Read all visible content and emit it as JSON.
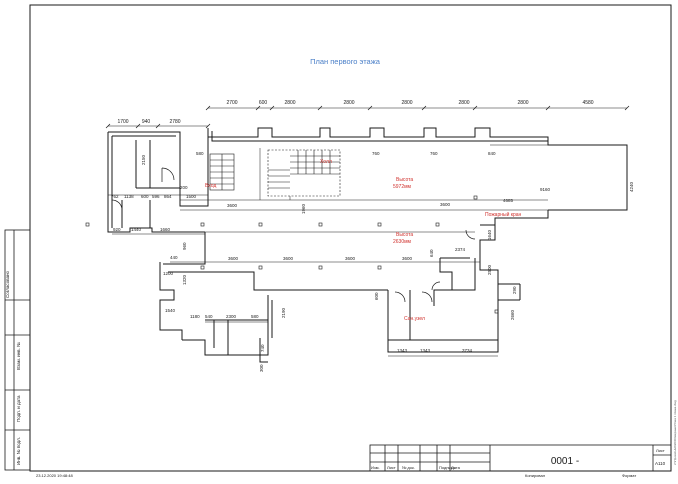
{
  "drawing": {
    "title": "План первого этажа",
    "colors": {
      "title": "#4a7fc8",
      "red_label": "#d0312d",
      "line": "#1a1a1a"
    },
    "red_labels": {
      "vhod": "Вход",
      "hall": "Холл",
      "height1": "Высота",
      "height1_val": "5972мм",
      "height2": "Высота",
      "height2_val": "2630мм",
      "fire_crane": "Пожарный кран",
      "sanuzel": "Сан.узел"
    },
    "top_dims": [
      "2700",
      "600",
      "2800",
      "2800",
      "2800",
      "2800",
      "2800",
      "4580"
    ],
    "left_top_dims": [
      "1700",
      "940",
      "2780"
    ],
    "small_dims": {
      "d2150": "2150",
      "d580": "580",
      "d762": "762",
      "d1138": "1138",
      "d600": "600",
      "d596": "596",
      "d864": "864",
      "d200": "200",
      "d1500": "1500",
      "d3600a": "3600",
      "d1960": "1960",
      "d920": "920",
      "d1440": "1440",
      "d1660": "1660",
      "d760a": "760",
      "d760b": "760",
      "d840": "840",
      "d9160": "9160",
      "d4240": "4240",
      "d4685": "4685",
      "d1640": "1640",
      "d2374": "2374",
      "d640": "640",
      "d2500": "2500",
      "d290": "290",
      "d2660": "2660",
      "d440": "440",
      "d960": "960",
      "d1320": "1320",
      "d1200": "1200",
      "d1540": "1540",
      "d1180": "1180",
      "d540": "540",
      "d2300": "2300",
      "d580b": "580",
      "d2190": "2190",
      "d740": "740",
      "d300": "300",
      "d1343a": "1343",
      "d1343b": "1343",
      "d3734": "3734",
      "d600b": "600"
    },
    "row_dims": [
      "3600",
      "3600",
      "3600",
      "3600",
      "3600"
    ]
  },
  "side_stamp": {
    "labels": [
      "Согласовано",
      "Взам. инв. №",
      "Подп. и дата",
      "Инв. № подл."
    ]
  },
  "title_block": {
    "headers": [
      "Изм.",
      "Лист",
      "№ док.",
      "Подпись",
      "Дата"
    ],
    "code": "0001 -",
    "sheet_label": "Лист",
    "sheet_num": "А110",
    "copied": "Копировал",
    "format": "Формат"
  },
  "footer": {
    "timestamp": "23.12.2020 19:48:48",
    "vertical_path": "Z:\\Проекты\\2020\\Обмерные\\План 1 этажа.dwg"
  }
}
